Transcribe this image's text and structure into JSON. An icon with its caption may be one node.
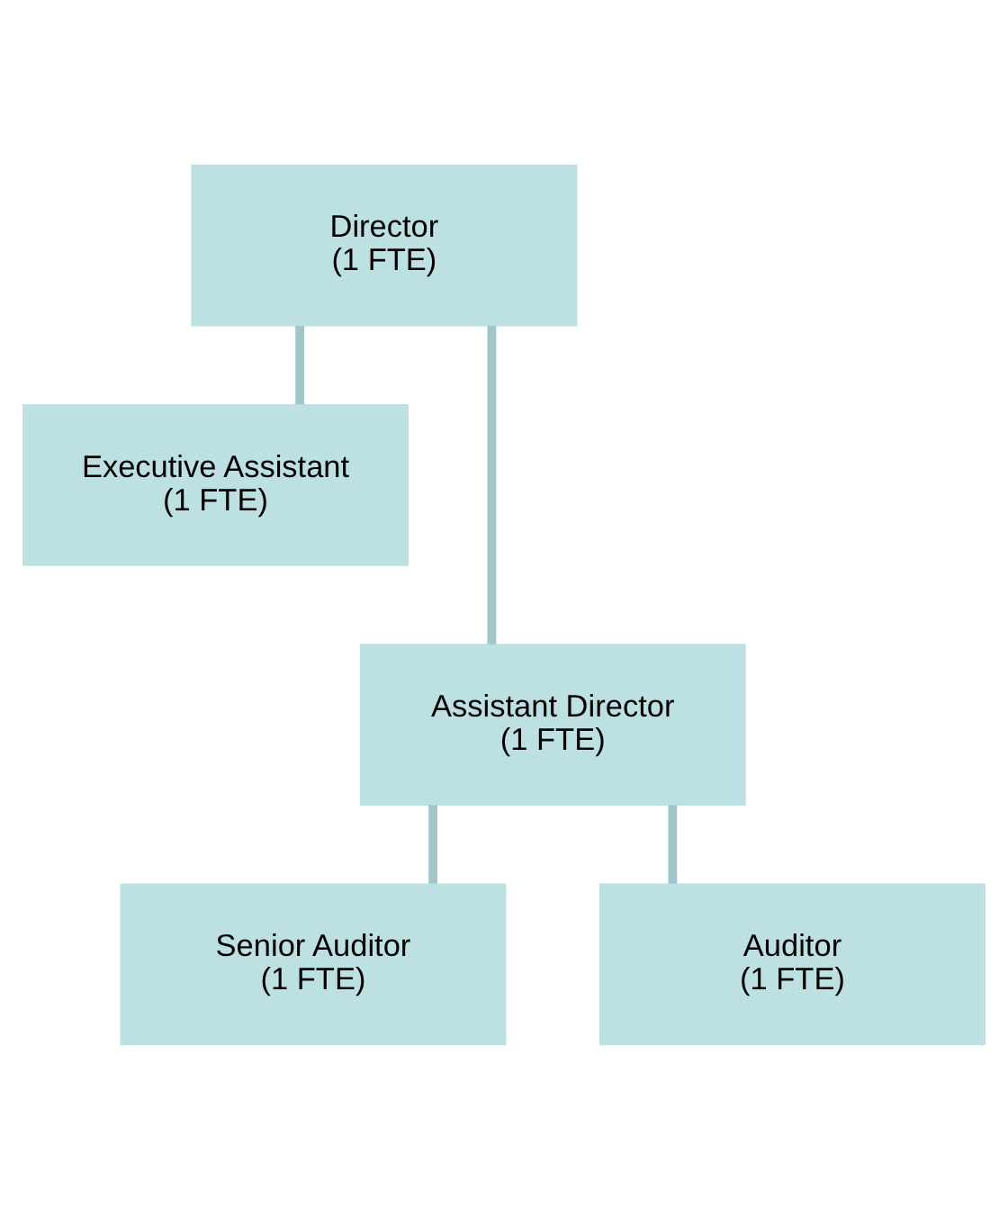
{
  "diagram": {
    "nodes": [
      {
        "text": [
          "Director",
          "(1 FTE)"
        ]
      },
      {
        "text": [
          "Executive Assistant",
          "(1 FTE)"
        ]
      },
      {
        "text": [
          "Assistant Director",
          "(1 FTE)"
        ]
      },
      {
        "text": [
          "Senior Auditor",
          "(1 FTE)"
        ]
      },
      {
        "text": [
          "Auditor",
          "(1 FTE)"
        ]
      }
    ],
    "edges": [
      {
        "from": 0,
        "to": 1,
        "arrow": "none"
      },
      {
        "from": 0,
        "to": 2,
        "arrow": "none"
      },
      {
        "from": 2,
        "to": 3,
        "arrow": "none"
      },
      {
        "from": 2,
        "to": 4,
        "arrow": "none"
      }
    ]
  }
}
